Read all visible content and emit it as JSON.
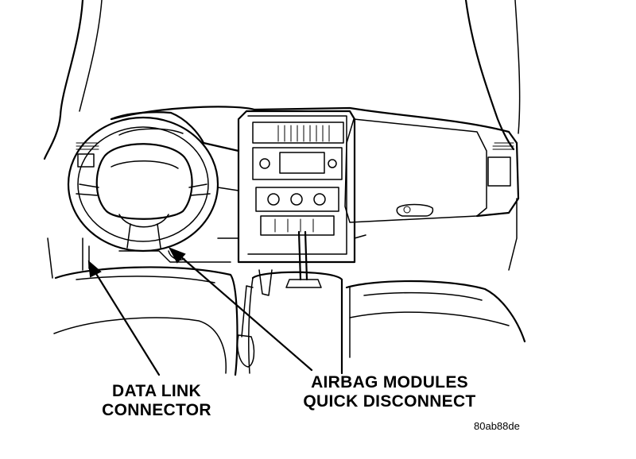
{
  "labels": {
    "data_link": {
      "line1": "DATA LINK",
      "line2": "CONNECTOR"
    },
    "airbag": {
      "line1": "AIRBAG MODULES",
      "line2": "QUICK DISCONNECT"
    }
  },
  "figure_ref": "80ab88de"
}
